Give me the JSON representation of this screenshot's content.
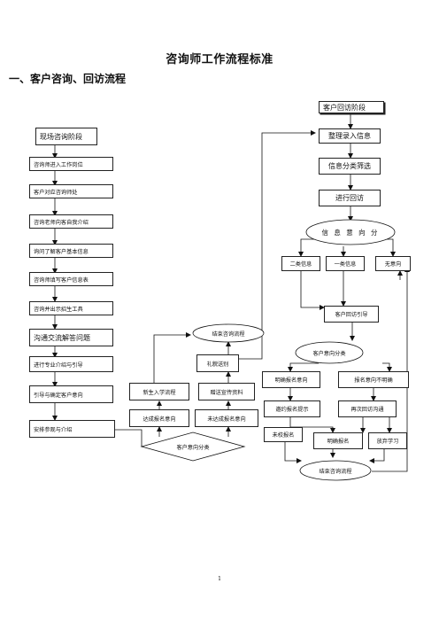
{
  "title": "咨询师工作流程标准",
  "section": "一、客户咨询、回访流程",
  "page_number": "1",
  "left": {
    "stage": "现场咨询阶段",
    "steps": [
      "咨询师进入工作岗位",
      "客户对应咨询师处",
      "咨询老师向客自我介绍",
      "询问了解客户基本信息",
      "咨询师填写客户信息表",
      "咨询并出示招生工具",
      "沟通交流解答问题",
      "进行专业介绍与引导",
      "引导与确定客户意向",
      "安排参观与介绍"
    ]
  },
  "middle": {
    "enroll_flow": "新生入学流程",
    "gift_materials": "赠送宣传资料",
    "courtesy_farewell": "礼貌送别",
    "end_consult": "结束咨询流程",
    "reached_intent": "达成报名意向",
    "not_reached_intent": "未达成报名意向",
    "intent_classify": "客户意向分类"
  },
  "right": {
    "stage": "客户回访阶段",
    "organize": "整理录入信息",
    "filter": "信息分类筛选",
    "do_visit": "进行回访",
    "intent_analysis": "信 息 意 向 分",
    "class2": "二类信息",
    "class1": "一类信息",
    "no_intent": "无意向",
    "guide": "客户回访引导",
    "customer_intent": "客户意向分类",
    "clear_intent": "明确报名意向",
    "unclear_intent": "报名意向不明确",
    "invite_hint": "邀约报名提示",
    "reconnect": "再次回访沟通",
    "not_registered": "未校报名",
    "registered": "明确报名",
    "give_up": "放弃学习",
    "end_flow": "结束咨询流程"
  }
}
